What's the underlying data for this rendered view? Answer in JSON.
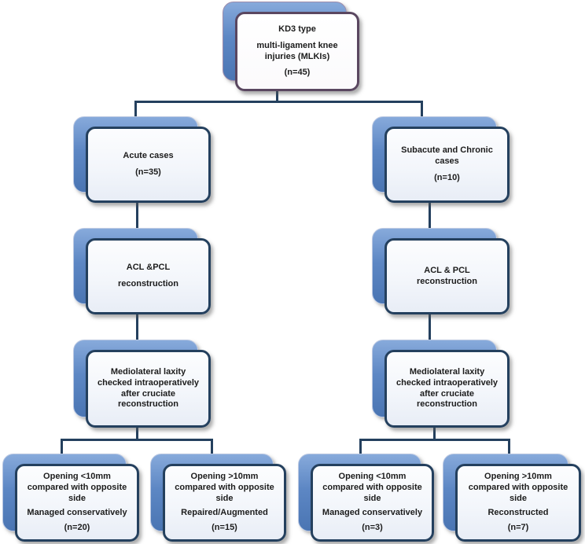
{
  "diagram": {
    "title": "KD3 multi-ligament knee injuries management flowchart",
    "colors": {
      "card_blue": "#5d87c4",
      "card_fill": "#eef2f9",
      "border_navy": "#24405e",
      "border_purple": "#5a4760",
      "connector": "#24405e",
      "background": "#ffffff"
    },
    "nodes": {
      "root": {
        "paragraphs": [
          "KD3 type",
          "multi-ligament knee injuries (MLKIs)",
          "(n=45)"
        ]
      },
      "acute": {
        "paragraphs": [
          "Acute cases",
          "(n=35)"
        ]
      },
      "subacute": {
        "paragraphs": [
          "Subacute and Chronic cases",
          "(n=10)"
        ]
      },
      "acl_recon_left": {
        "paragraphs": [
          "ACL &PCL",
          "reconstruction"
        ]
      },
      "acl_recon_right": {
        "paragraphs": [
          "ACL & PCL reconstruction"
        ]
      },
      "laxity_left": {
        "paragraphs": [
          "Mediolateral laxity checked intraoperatively after cruciate reconstruction"
        ]
      },
      "laxity_right": {
        "paragraphs": [
          "Mediolateral laxity checked intraoperatively after cruciate reconstruction"
        ]
      },
      "opening_lt10_left": {
        "paragraphs": [
          "Opening <10mm compared with opposite side",
          "Managed conservatively",
          "(n=20)"
        ]
      },
      "opening_gt10_left": {
        "paragraphs": [
          "Opening >10mm compared with opposite side",
          "Repaired/Augmented",
          "(n=15)"
        ]
      },
      "opening_lt10_right": {
        "paragraphs": [
          "Opening <10mm compared with opposite side",
          "Managed conservatively",
          "(n=3)"
        ]
      },
      "opening_gt10_right": {
        "paragraphs": [
          "Opening >10mm compared with opposite side",
          "Reconstructed",
          "(n=7)"
        ]
      }
    }
  }
}
